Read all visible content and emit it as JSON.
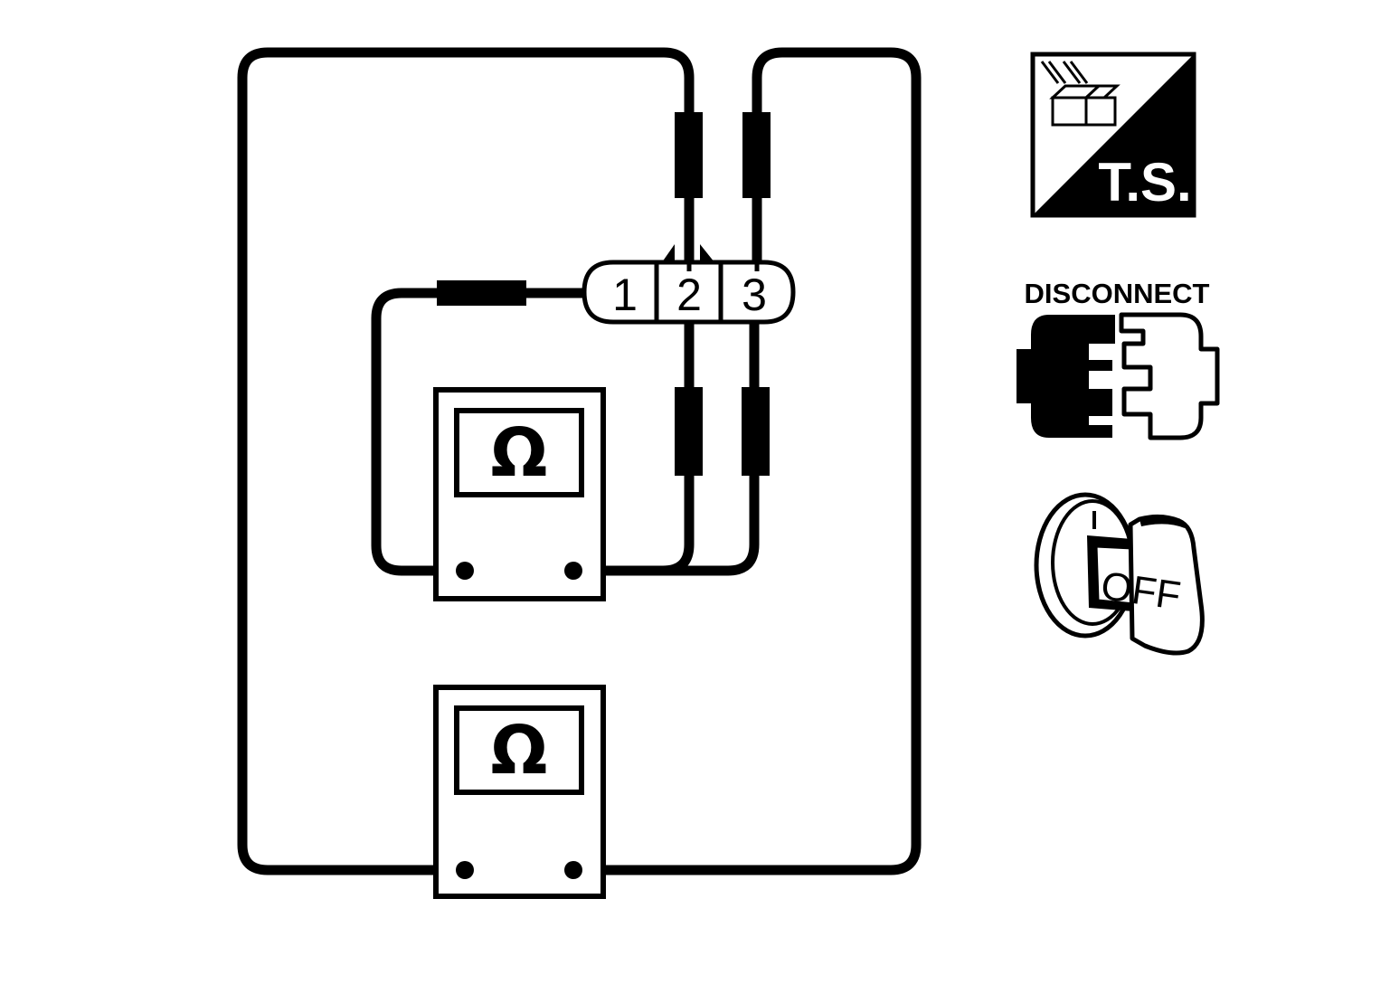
{
  "connector": {
    "pins": [
      "1",
      "2",
      "3"
    ]
  },
  "meters": [
    {
      "symbol": "Ω"
    },
    {
      "symbol": "Ω"
    }
  ],
  "icons": {
    "ts_label": "T.S.",
    "disconnect_label": "DISCONNECT",
    "ignition_label": "OFF"
  },
  "colors": {
    "line": "#000000",
    "background": "#ffffff"
  }
}
